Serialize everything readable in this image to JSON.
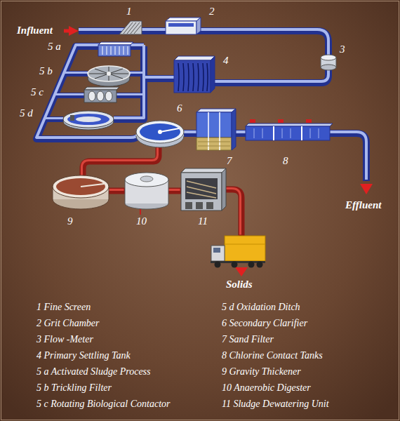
{
  "diagram": {
    "labels": [
      "Influent",
      "1",
      "2",
      "3",
      "4",
      "5 a",
      "5 b",
      "5 c",
      "5 d",
      "6",
      "7",
      "8",
      "Effluent",
      "9",
      "10",
      "11",
      "Solids",
      "1 Fine Screen",
      "2 Grit Chamber",
      "3 Flow -Meter",
      "4 Primary Settling Tank",
      "5 a Activated Sludge Process",
      "5 b Trickling Filter",
      "5 c Rotating Biological Contactor",
      "5 d Oxidation Ditch",
      "6 Secondary Clarifier",
      "7 Sand Filter",
      "8 Chlorine Contact Tanks",
      "9 Gravity Thickener",
      "10 Anaerobic Digester",
      "11 Sludge Dewatering Unit"
    ]
  }
}
